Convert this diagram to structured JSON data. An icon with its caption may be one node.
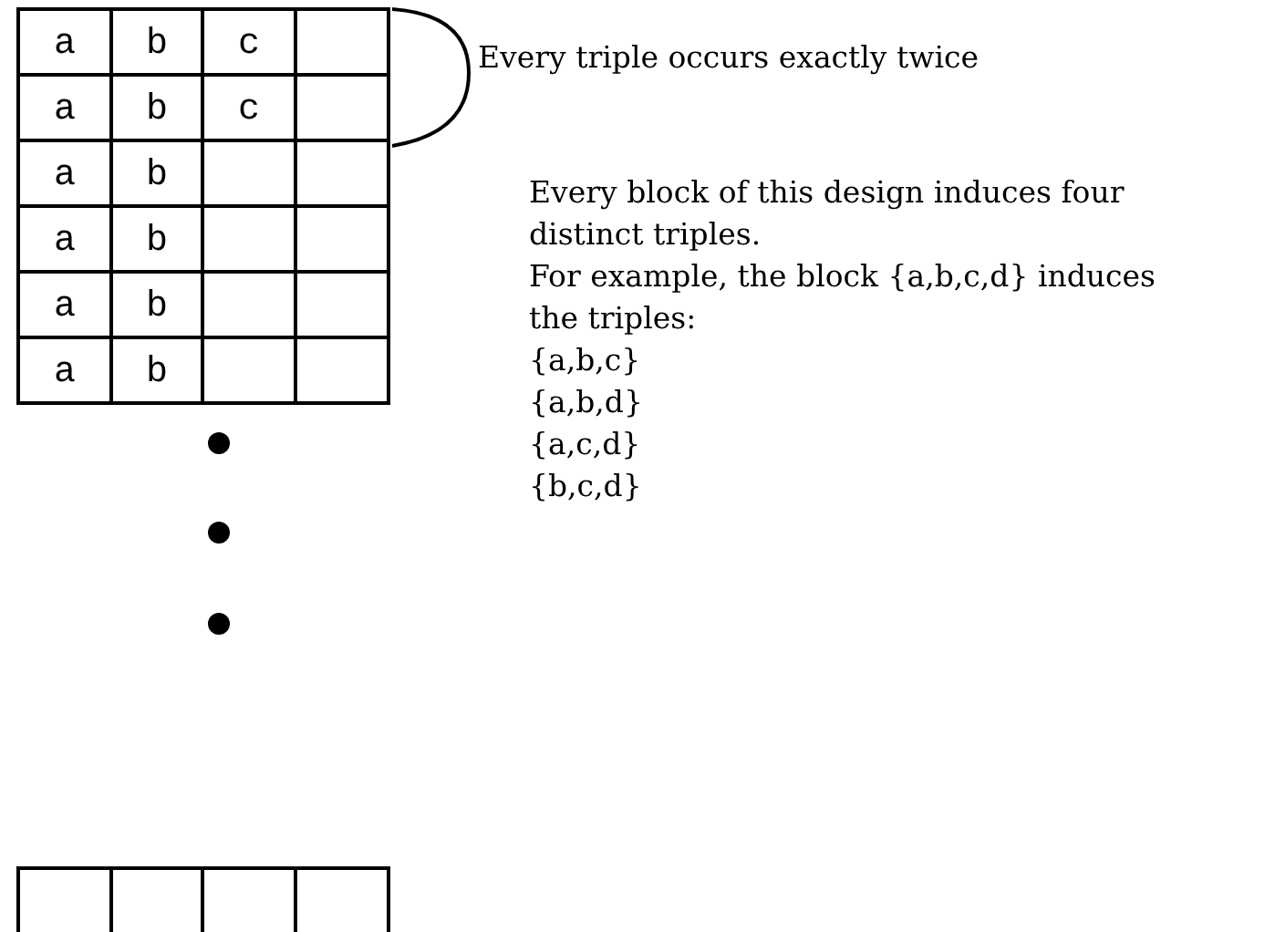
{
  "diagram": {
    "labels": [
      "a",
      "b",
      "c",
      "a",
      "b",
      "c",
      "a",
      "b",
      "a",
      "b",
      "a",
      "b",
      "a",
      "b",
      "Every triple occurs exactly twice",
      "Every block of this design induces four distinct triples.",
      "For example, the block {a,b,c,d} induces the triples:",
      "{a,b,c}",
      "{a,b,d}",
      "{a,c,d}",
      "{b,c,d}"
    ]
  }
}
